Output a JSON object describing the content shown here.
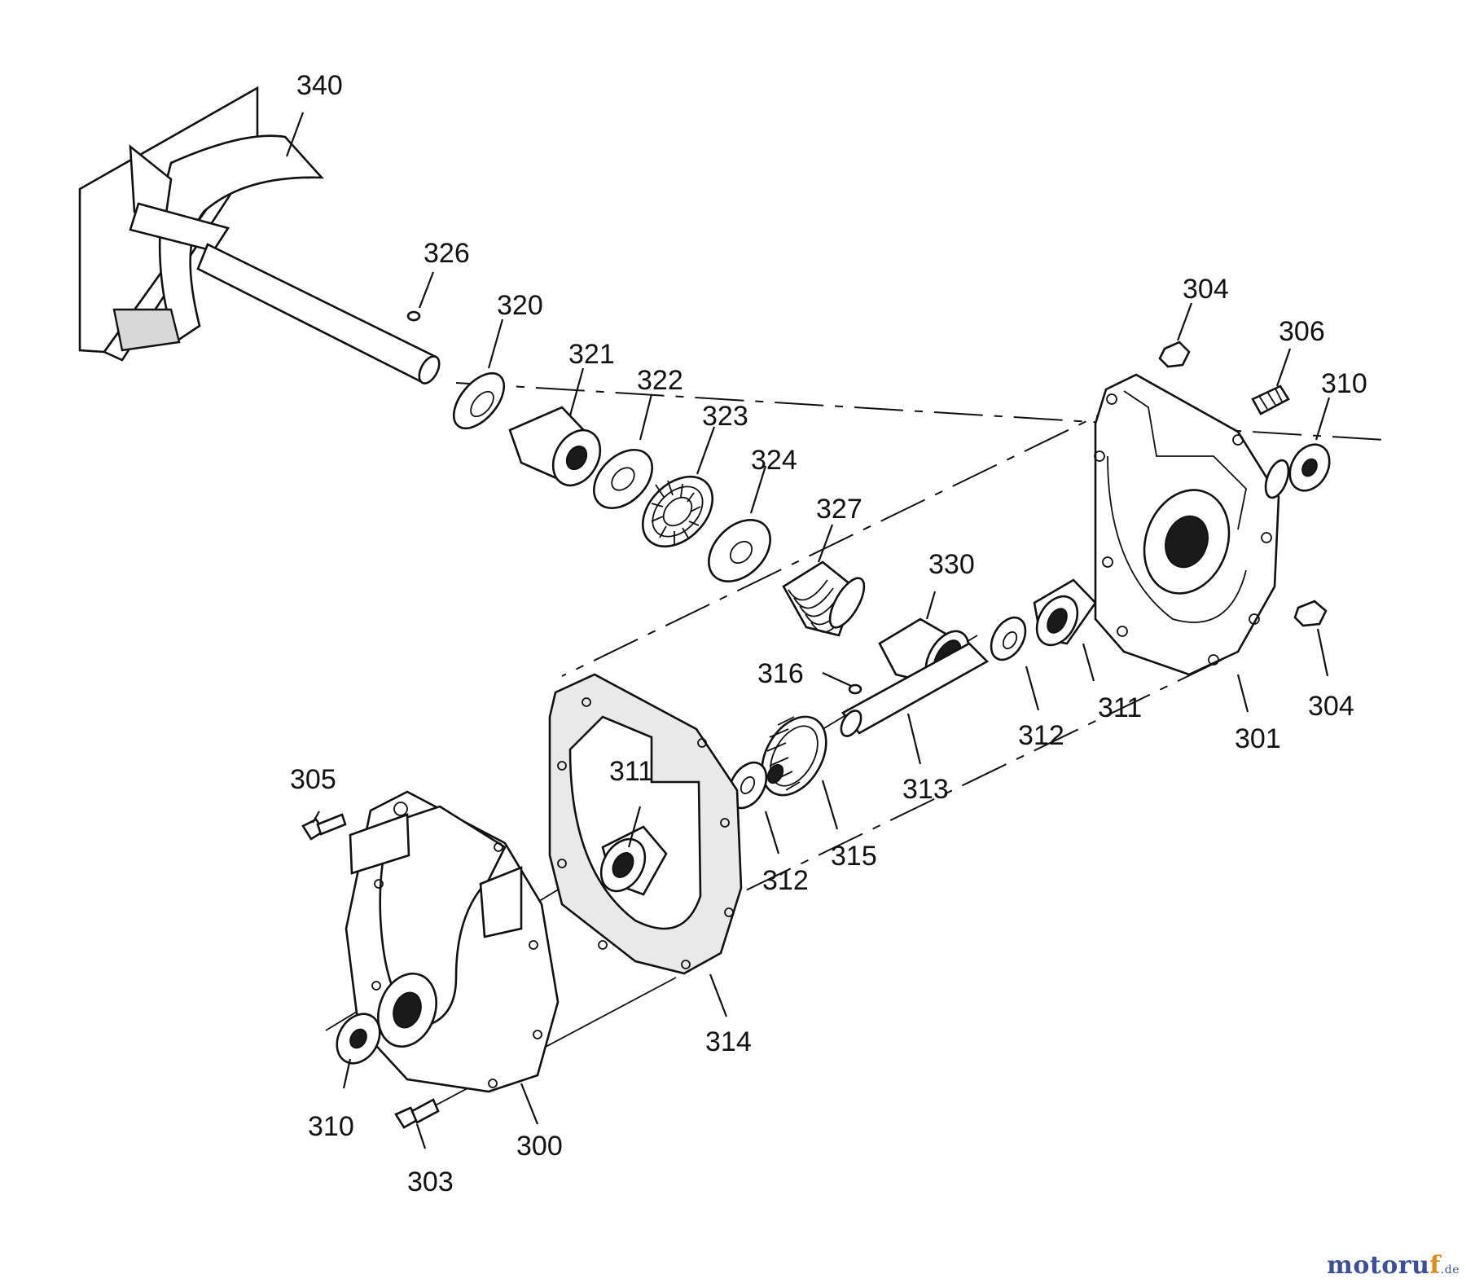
{
  "diagram": {
    "callouts": [
      {
        "id": "c340",
        "label": "340"
      },
      {
        "id": "c326",
        "label": "326"
      },
      {
        "id": "c320",
        "label": "320"
      },
      {
        "id": "c321",
        "label": "321"
      },
      {
        "id": "c322",
        "label": "322"
      },
      {
        "id": "c323",
        "label": "323"
      },
      {
        "id": "c324",
        "label": "324"
      },
      {
        "id": "c327",
        "label": "327"
      },
      {
        "id": "c330",
        "label": "330"
      },
      {
        "id": "c304a",
        "label": "304"
      },
      {
        "id": "c306",
        "label": "306"
      },
      {
        "id": "c310a",
        "label": "310"
      },
      {
        "id": "c304b",
        "label": "304"
      },
      {
        "id": "c301",
        "label": "301"
      },
      {
        "id": "c311a",
        "label": "311"
      },
      {
        "id": "c312a",
        "label": "312"
      },
      {
        "id": "c313",
        "label": "313"
      },
      {
        "id": "c316",
        "label": "316"
      },
      {
        "id": "c315",
        "label": "315"
      },
      {
        "id": "c312b",
        "label": "312"
      },
      {
        "id": "c311b",
        "label": "311"
      },
      {
        "id": "c314",
        "label": "314"
      },
      {
        "id": "c305",
        "label": "305"
      },
      {
        "id": "c310b",
        "label": "310"
      },
      {
        "id": "c303",
        "label": "303"
      },
      {
        "id": "c300",
        "label": "300"
      }
    ]
  },
  "watermark": {
    "main": "motoru",
    "accent": "f",
    "tld": ".de"
  }
}
